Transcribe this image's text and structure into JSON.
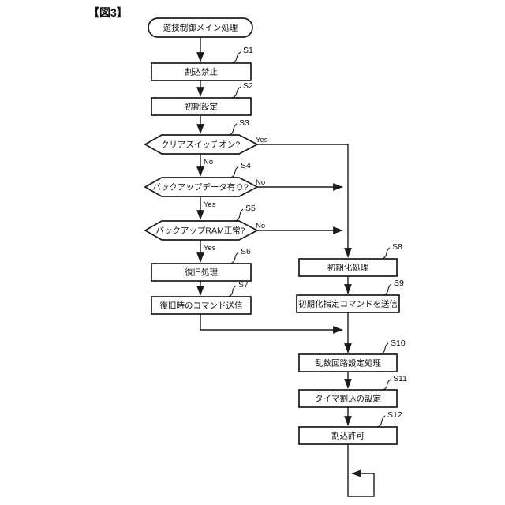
{
  "figure_label": "【図3】",
  "flowchart": {
    "start": {
      "label": "遊技制御メイン処理"
    },
    "steps": [
      {
        "id": "S1",
        "label": "割込禁止",
        "type": "process"
      },
      {
        "id": "S2",
        "label": "初期設定",
        "type": "process"
      },
      {
        "id": "S3",
        "label": "クリアスイッチオン?",
        "type": "decision"
      },
      {
        "id": "S4",
        "label": "バックアップデータ有り?",
        "type": "decision"
      },
      {
        "id": "S5",
        "label": "バックアップRAM正常?",
        "type": "decision"
      },
      {
        "id": "S6",
        "label": "復旧処理",
        "type": "process"
      },
      {
        "id": "S7",
        "label": "復旧時のコマンド送信",
        "type": "process"
      },
      {
        "id": "S8",
        "label": "初期化処理",
        "type": "process"
      },
      {
        "id": "S9",
        "label": "初期化指定コマンドを送信",
        "type": "process"
      },
      {
        "id": "S10",
        "label": "乱数回路設定処理",
        "type": "process"
      },
      {
        "id": "S11",
        "label": "タイマ割込の設定",
        "type": "process"
      },
      {
        "id": "S12",
        "label": "割込許可",
        "type": "process"
      }
    ],
    "branches": [
      {
        "from": "S3",
        "direction": "right",
        "label": "Yes"
      },
      {
        "from": "S3",
        "direction": "down",
        "label": "No"
      },
      {
        "from": "S4",
        "direction": "right",
        "label": "No"
      },
      {
        "from": "S4",
        "direction": "down",
        "label": "Yes"
      },
      {
        "from": "S5",
        "direction": "right",
        "label": "No"
      },
      {
        "from": "S5",
        "direction": "down",
        "label": "Yes"
      }
    ],
    "colors": {
      "stroke": "#1b1b1b",
      "background": "#ffffff"
    }
  }
}
